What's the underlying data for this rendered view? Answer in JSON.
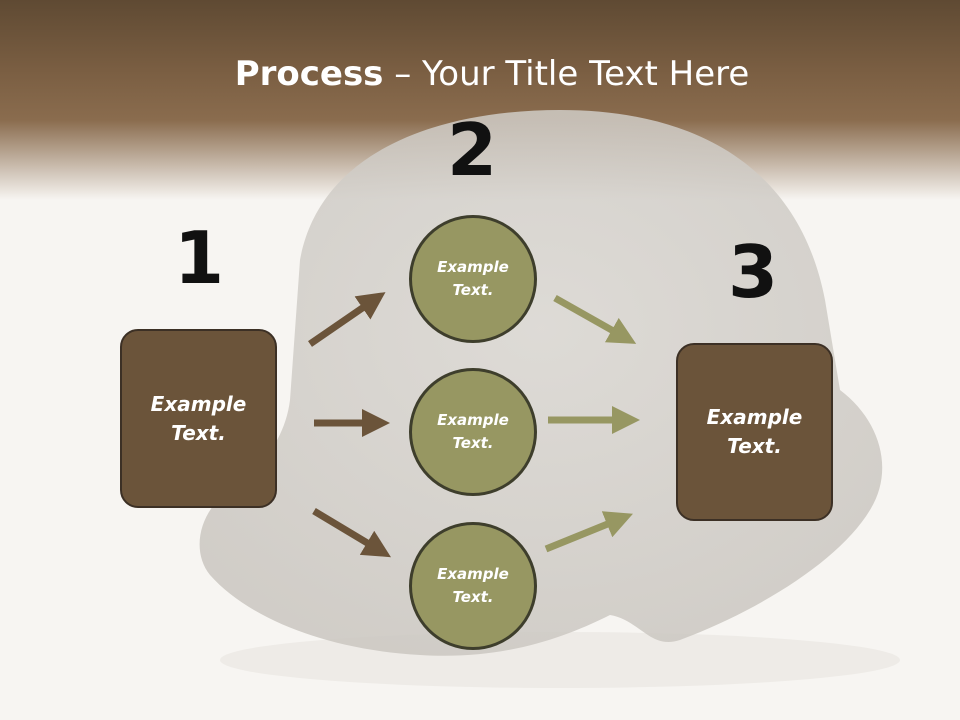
{
  "title": {
    "bold": "Process",
    "rest": " – Your Title Text Here"
  },
  "steps": {
    "one": "1",
    "two": "2",
    "three": "3"
  },
  "left_box": {
    "line1": "Example",
    "line2": "Text."
  },
  "circles": [
    {
      "line1": "Example",
      "line2": "Text."
    },
    {
      "line1": "Example",
      "line2": "Text."
    },
    {
      "line1": "Example",
      "line2": "Text."
    }
  ],
  "right_box": {
    "line1": "Example",
    "line2": "Text."
  },
  "colors": {
    "header_brown": "#7a5e42",
    "box_brown": "#6b543a",
    "circle_olive": "#979762",
    "arrow_brown": "#6b543a",
    "arrow_olive": "#979762"
  }
}
